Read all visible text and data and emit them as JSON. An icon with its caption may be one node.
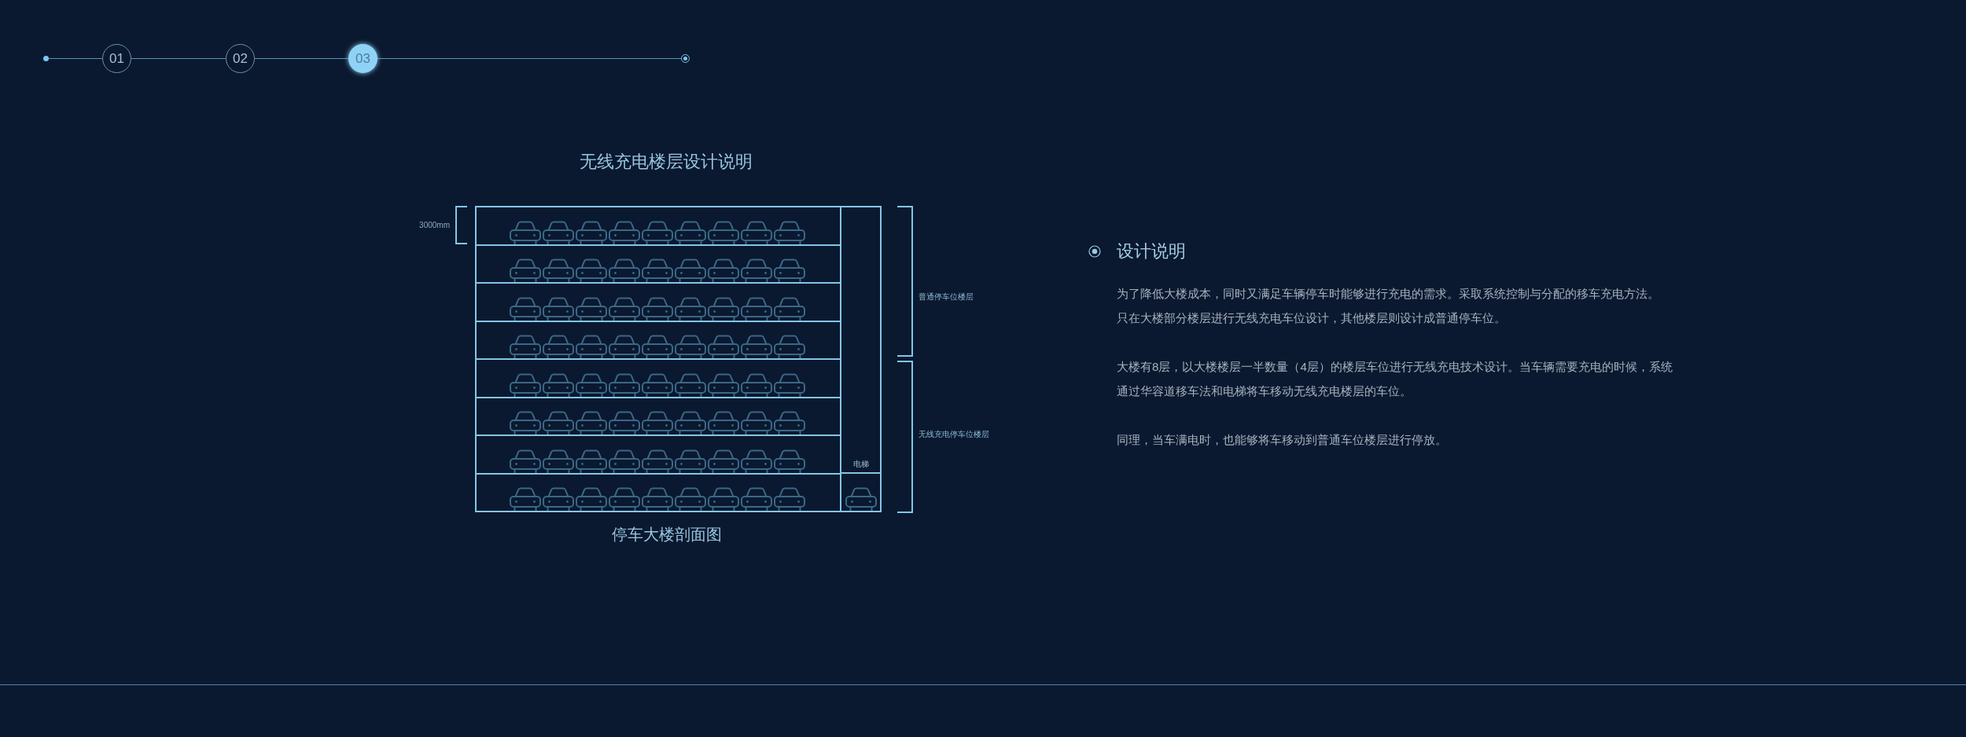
{
  "diagram": {
    "title": "无线充电楼层设计说明",
    "caption": "停车大楼剖面图",
    "nodes": [
      {
        "text": [],
        "shape": "circle"
      },
      {
        "text": [
          "01"
        ]
      },
      {
        "text": [
          "02"
        ]
      },
      {
        "text": [
          "03"
        ]
      },
      {
        "text": [],
        "shape": "circle"
      },
      {
        "text": [
          "电梯"
        ]
      }
    ],
    "edges": [
      {
        "from": 0,
        "to": 1,
        "arrow": "none"
      },
      {
        "from": 1,
        "to": 2,
        "arrow": "none"
      },
      {
        "from": 2,
        "to": 3,
        "arrow": "none"
      },
      {
        "from": 3,
        "to": 4,
        "arrow": "none"
      }
    ],
    "labels": [
      "3000mm",
      "普通停车位楼层",
      "无线充电停车位楼层",
      "设计说明",
      "为了降低大楼成本，同时又满足车辆停车时能够进行充电的需求。采取系统控制与分配的移车充电方法。",
      "只在大楼部分楼层进行无线充电车位设计，其他楼层则设计成普通停车位。",
      "大楼有8层，以大楼楼层一半数量（4层）的楼层车位进行无线充电技术设计。当车辆需要充电的时候，系统通过华容道移车法和电梯将车移动无线充电楼层的车位。",
      "同理，当车满电时，也能够将车移动到普通车位楼层进行停放。"
    ]
  }
}
